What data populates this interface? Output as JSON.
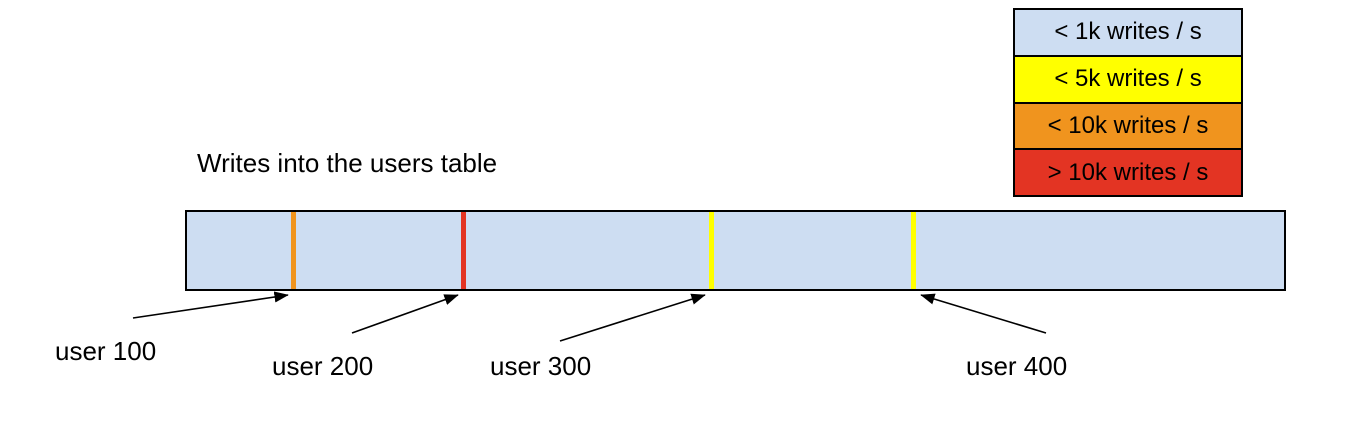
{
  "diagram": {
    "title": "Writes into the users table",
    "colors": {
      "table_fill": "#cdddf2",
      "yellow": "#ffff00",
      "orange": "#f0941e",
      "red": "#e33423",
      "outline": "#000000"
    },
    "legend": {
      "items": [
        {
          "label": "< 1k writes / s",
          "color": "#cdddf2"
        },
        {
          "label": "< 5k writes / s",
          "color": "#ffff00"
        },
        {
          "label": "< 10k writes / s",
          "color": "#f0941e"
        },
        {
          "label": "> 10k writes / s",
          "color": "#e33423"
        }
      ]
    },
    "table_bar": {
      "fill": "#cdddf2",
      "markers": [
        {
          "user": "user 100",
          "rate": "< 10k writes / s",
          "color": "#f0941e"
        },
        {
          "user": "user 200",
          "rate": "> 10k writes / s",
          "color": "#e33423"
        },
        {
          "user": "user 300",
          "rate": "< 5k writes / s",
          "color": "#ffff00"
        },
        {
          "user": "user 400",
          "rate": "< 5k writes / s",
          "color": "#ffff00"
        }
      ]
    }
  }
}
